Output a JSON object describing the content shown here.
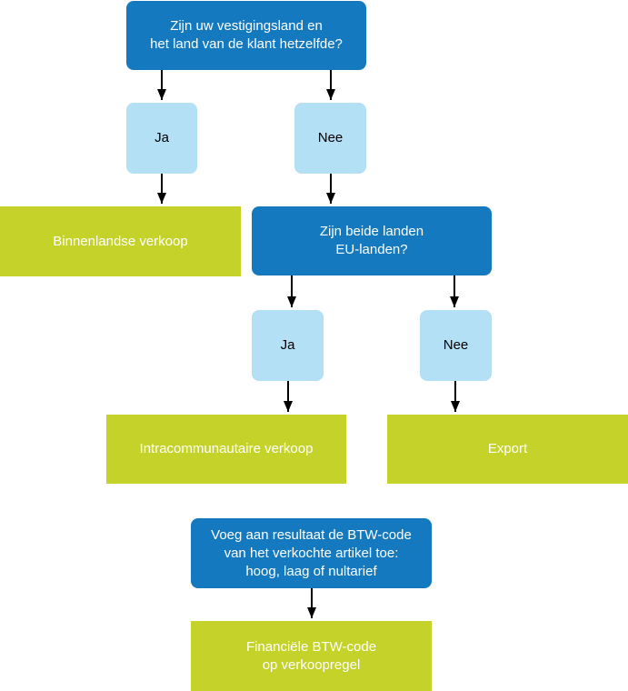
{
  "nodes": {
    "q1": "Zijn uw vestigingsland en\nhet land van de klant hetzelfde?",
    "a1_yes": "Ja",
    "a1_no": "Nee",
    "r_domestic": "Binnenlandse verkoop",
    "q2": "Zijn beide landen\nEU-landen?",
    "a2_yes": "Ja",
    "a2_no": "Nee",
    "r_intra": "Intracommunautaire verkoop",
    "r_export": "Export",
    "step_vat": "Voeg aan resultaat de BTW-code\nvan het verkochte artikel toe:\nhoog, laag of nultarief",
    "r_final": "Financiële BTW-code\nop verkoopregel"
  },
  "colors": {
    "question": "#1479be",
    "answer": "#b3e0f5",
    "result": "#c4d22a",
    "arrow": "#000000"
  }
}
